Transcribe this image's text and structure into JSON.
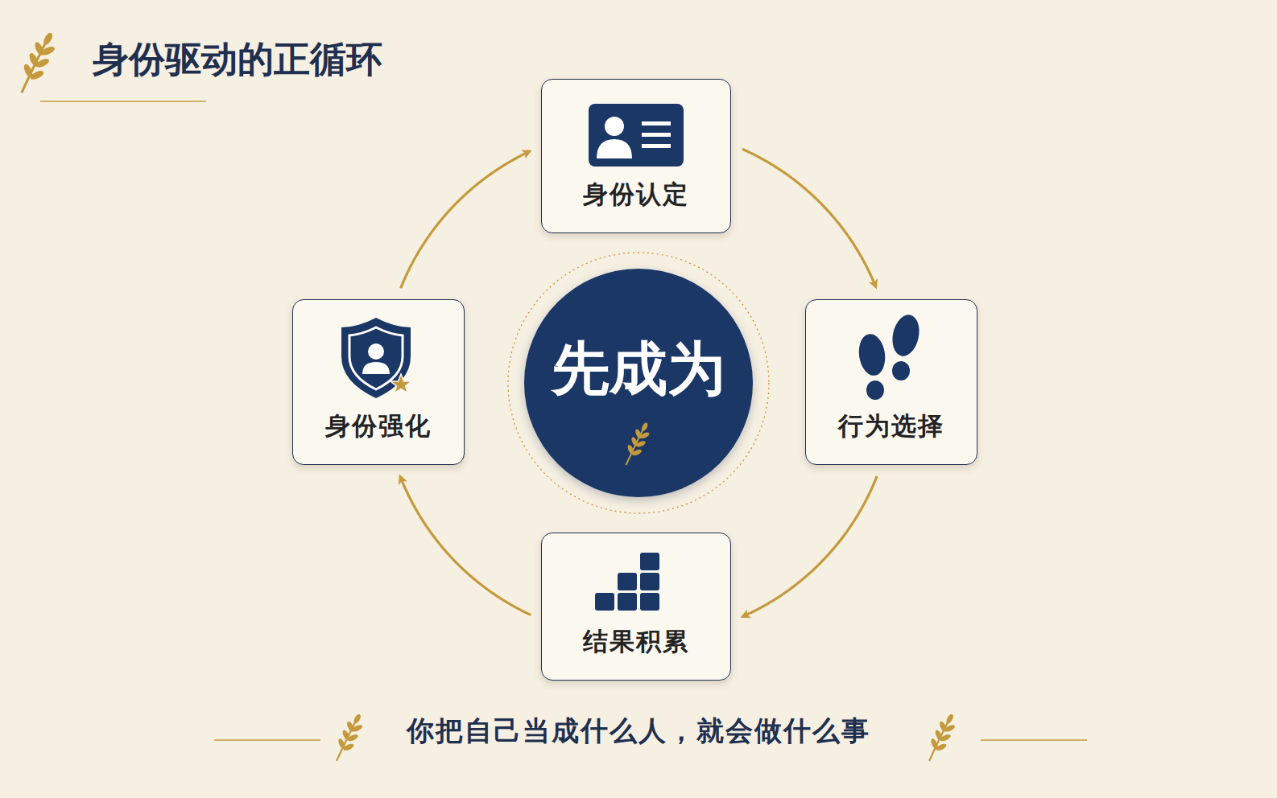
{
  "diagram": {
    "title": "身份驱动的正循环",
    "caption": "你把自己当成什么人，就会做什么事",
    "nodes": [
      {
        "text": [
          "身份认定"
        ]
      },
      {
        "text": [
          "行为选择"
        ]
      },
      {
        "text": [
          "结果积累"
        ]
      },
      {
        "text": [
          "身份强化"
        ]
      },
      {
        "text": [
          "先成为"
        ]
      }
    ],
    "edges": [
      {
        "from": 0,
        "to": 1,
        "arrow": "to"
      },
      {
        "from": 1,
        "to": 2,
        "arrow": "to"
      },
      {
        "from": 2,
        "to": 3,
        "arrow": "to"
      },
      {
        "from": 3,
        "to": 0,
        "arrow": "to"
      }
    ]
  }
}
